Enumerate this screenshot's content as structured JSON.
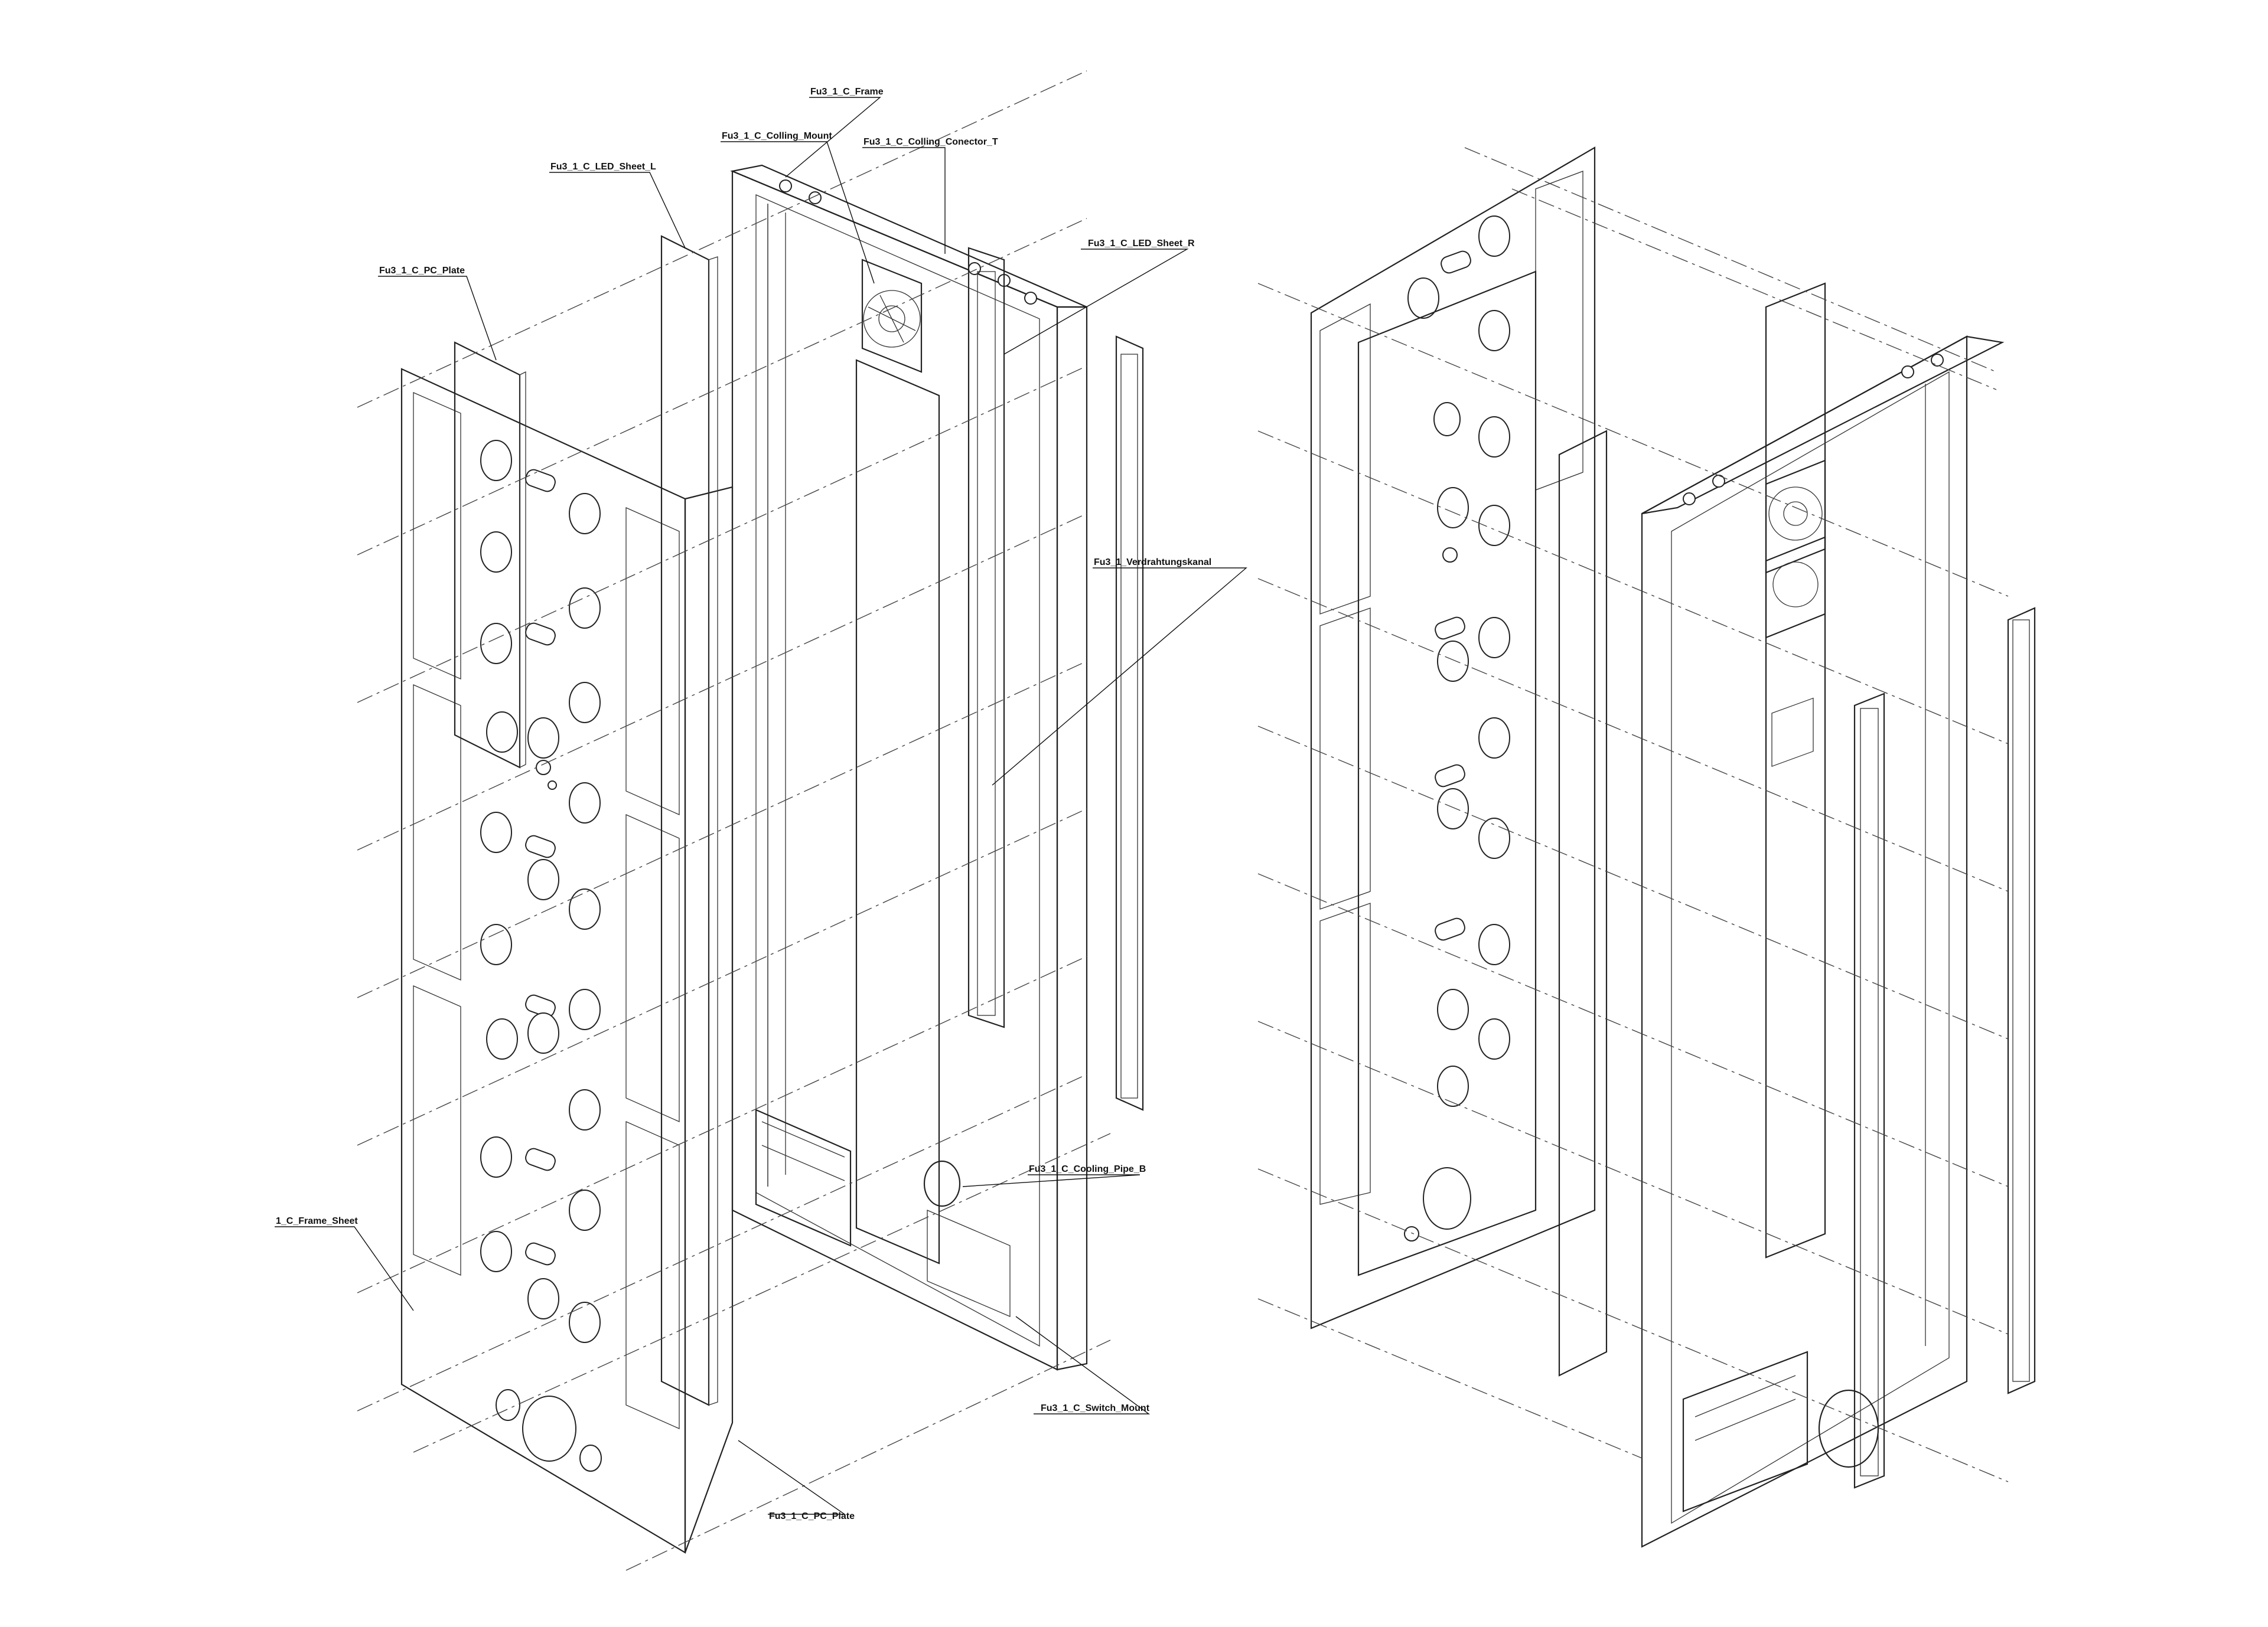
{
  "labels": {
    "frame": "Fu3_1_C_Frame",
    "colling_mount": "Fu3_1_C_Colling_Mount",
    "colling_conector": "Fu3_1_C_Colling_Conector_T",
    "led_sheet_l": "Fu3_1_C_LED_Sheet_L",
    "led_sheet_r": "Fu3_1_C_LED_Sheet_R",
    "pc_plate_top": "Fu3_1_C_PC_Plate",
    "verdrahtungskanal": "Fu3_1_Verdrahtungskanal",
    "cooling_pipe": "Fu3_1_C_Cooling_Pipe_B",
    "frame_sheet": "1_C_Frame_Sheet",
    "switch_mount": "Fu3_1_C_Switch_Mount",
    "pc_plate_bottom": "Fu3_1_C_PC_Plate"
  },
  "colors": {
    "line": "#222222",
    "background": "#ffffff"
  }
}
